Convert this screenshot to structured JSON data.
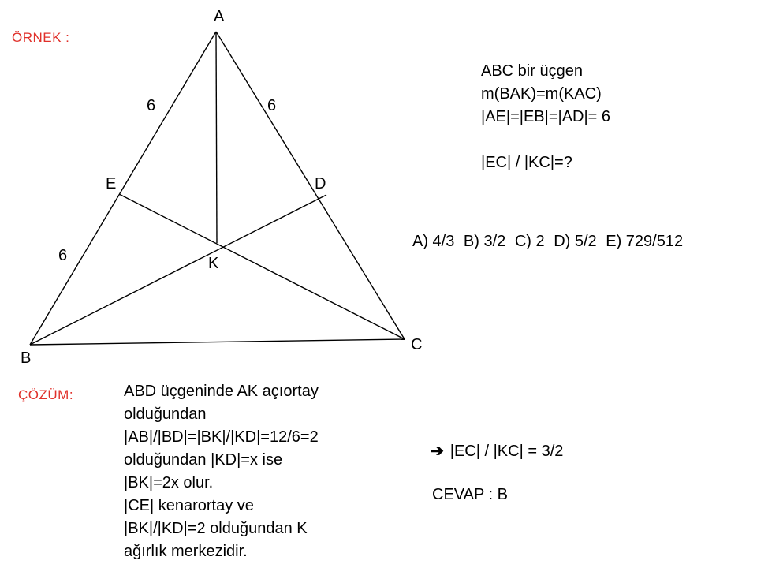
{
  "labels": {
    "example": "ÖRNEK :",
    "solution": "ÇÖZÜM:"
  },
  "diagram": {
    "points": {
      "A": "A",
      "B": "B",
      "C": "C",
      "D": "D",
      "E": "E",
      "K": "K"
    },
    "lengths": {
      "ae": "6",
      "ad": "6",
      "eb": "6"
    }
  },
  "problem": {
    "lines": [
      "ABC bir üçgen",
      "m(BAK)=m(KAC)",
      "|AE|=|EB|=|AD|= 6",
      "",
      "|EC| / |KC|=?"
    ]
  },
  "choices": [
    "A) 4/3",
    "B) 3/2",
    "C) 2",
    "D) 5/2",
    "E) 729/512"
  ],
  "solution": {
    "lines": [
      "ABD üçgeninde AK açıortay",
      "olduğundan",
      "|AB|/|BD|=|BK|/|KD|=12/6=2",
      "olduğundan |KD|=x ise",
      "|BK|=2x olur.",
      "|CE| kenarortay ve",
      "|BK|/|KD|=2 olduğundan K",
      "ağırlık merkezidir."
    ],
    "result": "|EC| / |KC| = 3/2",
    "answer": "CEVAP : B"
  },
  "colors": {
    "label_red": "#e0302a",
    "text": "#000000",
    "background": "#ffffff"
  }
}
